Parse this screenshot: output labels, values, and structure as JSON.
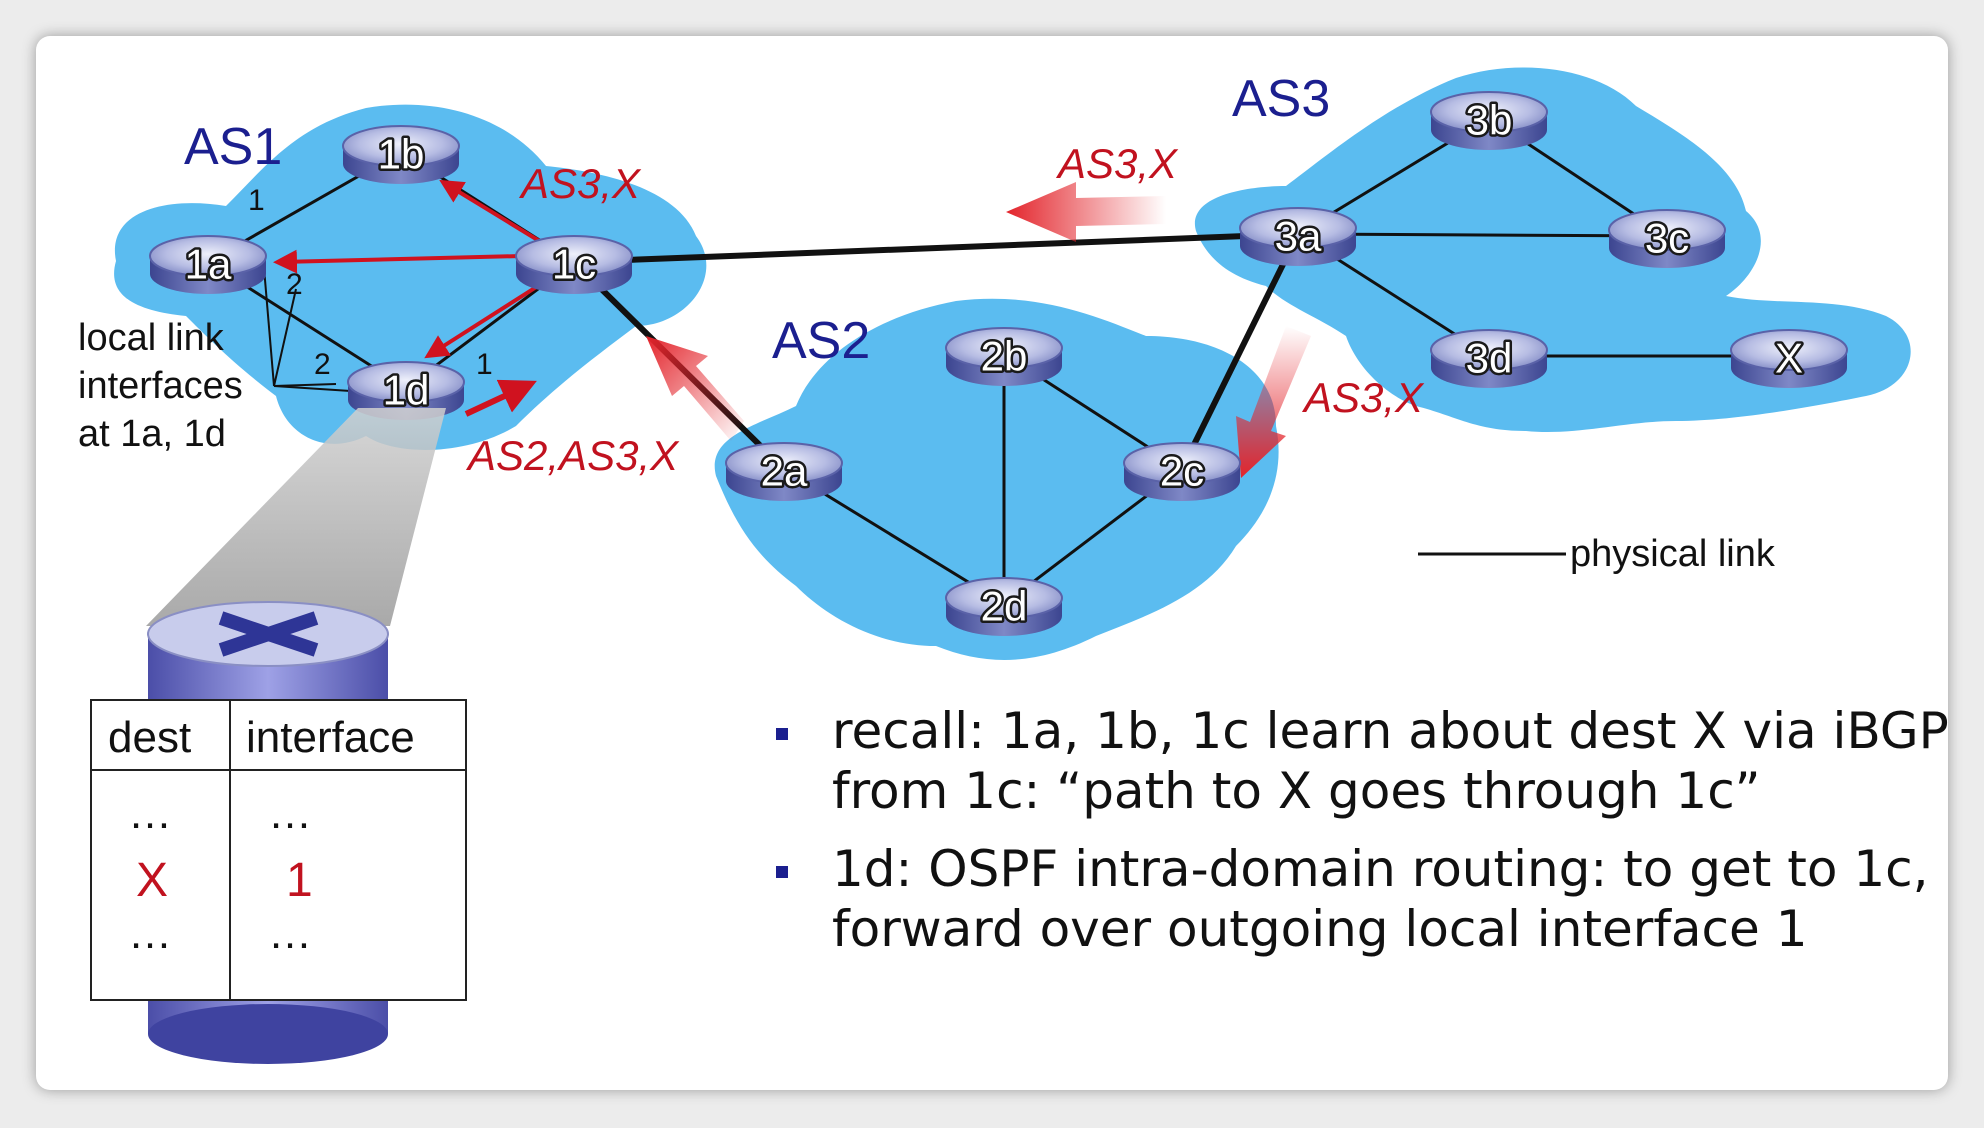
{
  "autonomous_systems": {
    "as1": "AS1",
    "as2": "AS2",
    "as3": "AS3"
  },
  "routers": {
    "r1a": "1a",
    "r1b": "1b",
    "r1c": "1c",
    "r1d": "1d",
    "r2a": "2a",
    "r2b": "2b",
    "r2c": "2c",
    "r2d": "2d",
    "r3a": "3a",
    "r3b": "3b",
    "r3c": "3c",
    "r3d": "3d",
    "rx": "X"
  },
  "advertisements": {
    "top_as3x": "AS3,X",
    "as1_as3x": "AS3,X",
    "right_as3x": "AS3,X",
    "as2_as3x": "AS2,AS3,X"
  },
  "interfaces": {
    "label_line1": "local link",
    "label_line2": "interfaces",
    "label_line3": "at 1a, 1d",
    "num_1a_1": "1",
    "num_1a_2": "2",
    "num_1d_2": "2",
    "num_1d_1": "1"
  },
  "legend": {
    "physical_link": "physical link"
  },
  "forwarding_table": {
    "header_dest": "dest",
    "header_interface": "interface",
    "rows": [
      {
        "dest": "…",
        "interface": "…"
      },
      {
        "dest": "X",
        "interface": "1"
      },
      {
        "dest": "…",
        "interface": "…"
      }
    ]
  },
  "bullets": [
    {
      "line1": "recall: 1a, 1b, 1c learn about dest X via iBGP",
      "line2": "from 1c: “path to X goes through 1c”"
    },
    {
      "line1": "1d: OSPF intra-domain routing: to get to 1c,",
      "line2": "forward over outgoing local interface 1"
    }
  ],
  "colors": {
    "cloud": "#5bbcf0",
    "as_label": "#1b1f8f",
    "advertisement": "#c1121f",
    "router_body": "#8a92c8"
  }
}
